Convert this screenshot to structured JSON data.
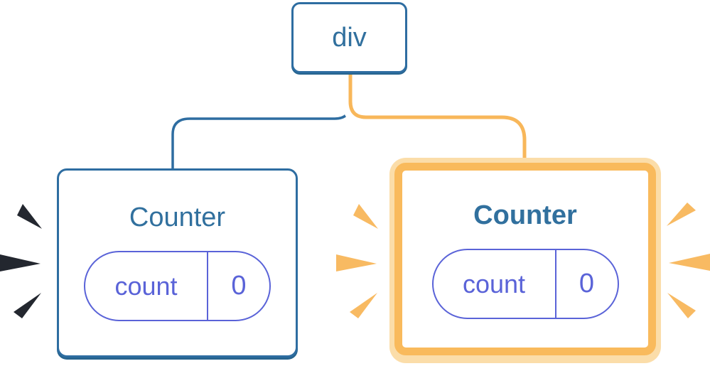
{
  "tree": {
    "root_label": "div",
    "left_card": {
      "title": "Counter",
      "state_key": "count",
      "state_value": "0",
      "highlighted": false
    },
    "right_card": {
      "title": "Counter",
      "state_key": "count",
      "state_value": "0",
      "highlighted": true
    }
  },
  "colors": {
    "blue": "#2e6da1",
    "blue-dark": "#27648f",
    "text-blue": "#31709e",
    "indigo": "#5a63d8",
    "orange": "#f8b75a",
    "orange-border": "#f9ba5c",
    "peach": "#fbdda9",
    "spark-orange": "#f8ba62",
    "spark-dark": "#23272f"
  }
}
